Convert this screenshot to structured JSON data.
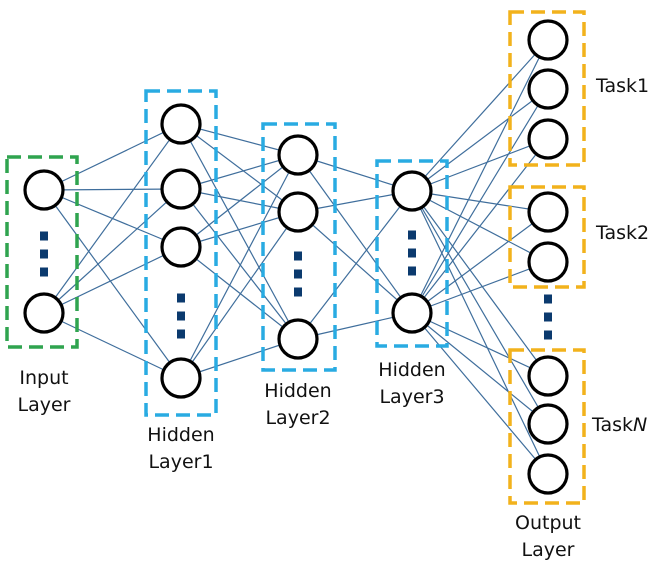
{
  "colors": {
    "input_box": "#2fa44f",
    "hidden_box": "#29abe2",
    "output_box": "#f2b21c",
    "connection": "#3f6e9c",
    "node_stroke": "#000000",
    "ellipsis_dots": "#0b3a6e"
  },
  "layers": {
    "input": {
      "line1": "Input",
      "line2": "Layer"
    },
    "hidden1": {
      "line1": "Hidden",
      "line2": "Layer1"
    },
    "hidden2": {
      "line1": "Hidden",
      "line2": "Layer2"
    },
    "hidden3": {
      "line1": "Hidden",
      "line2": "Layer3"
    },
    "output": {
      "line1": "Output",
      "line2": "Layer"
    }
  },
  "tasks": [
    {
      "prefix": "Task",
      "suffix": "1"
    },
    {
      "prefix": "Task",
      "suffix": "2"
    },
    {
      "prefix": "Task",
      "suffix": "N"
    }
  ]
}
